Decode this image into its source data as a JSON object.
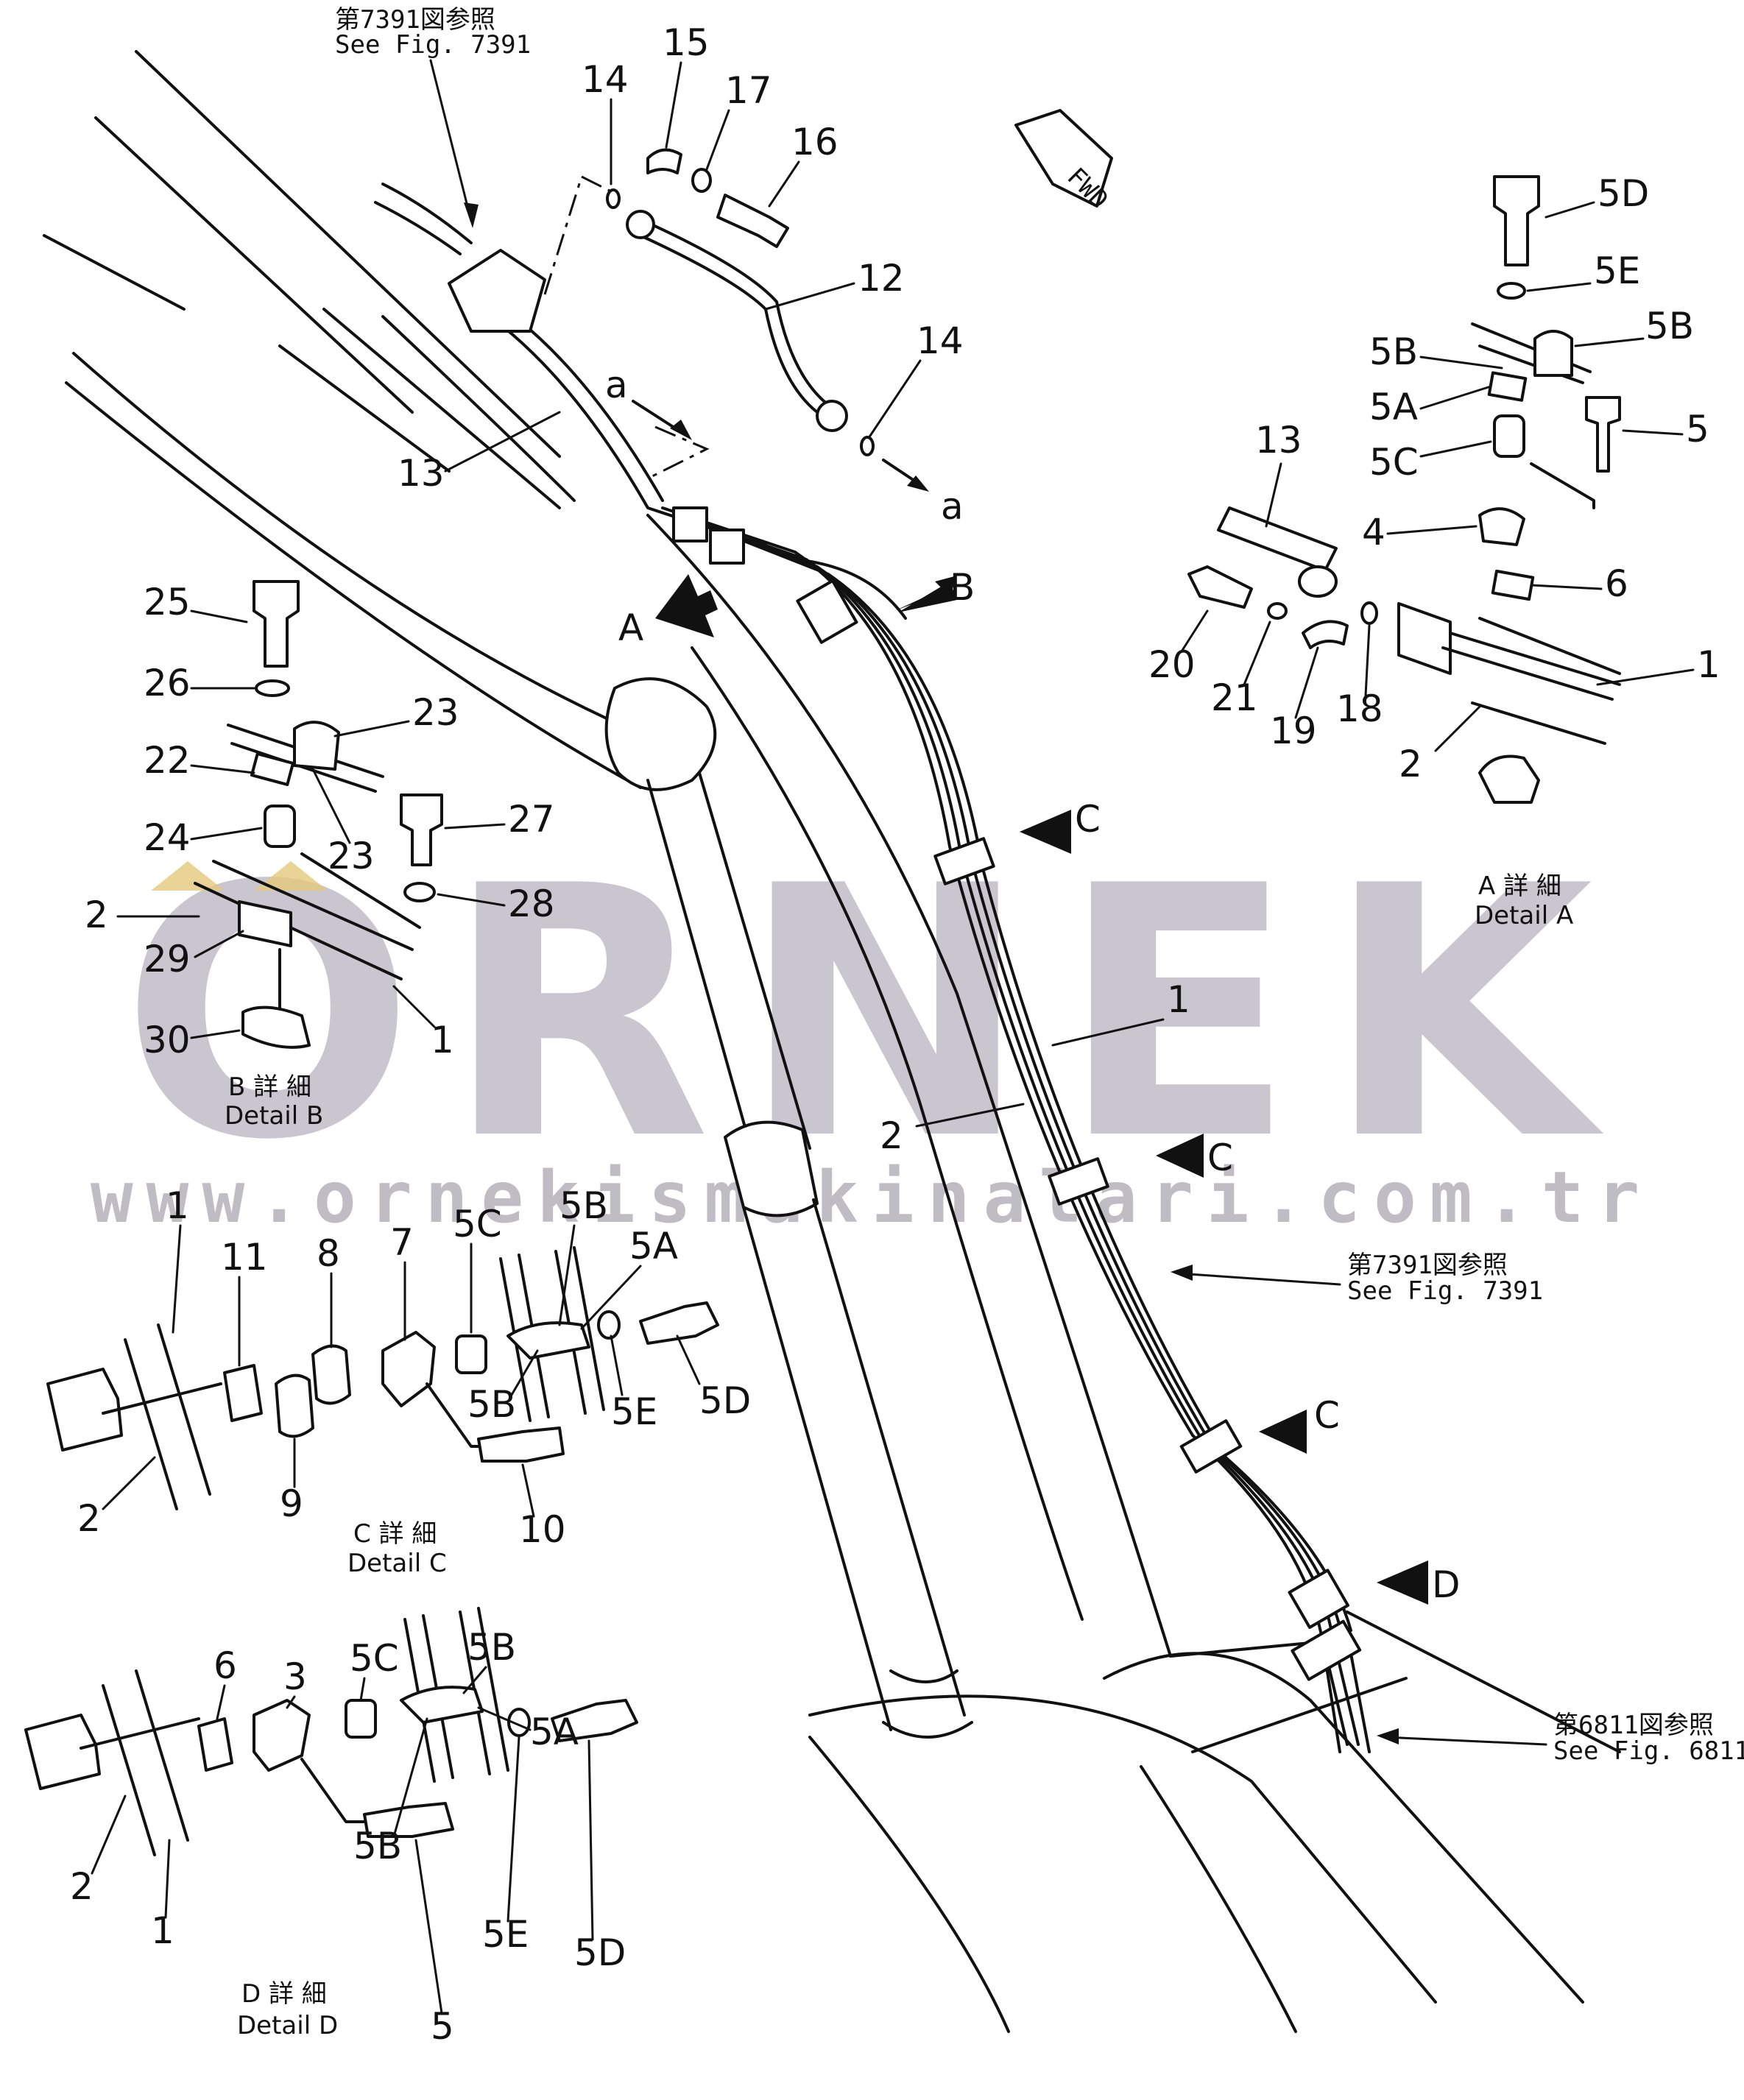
{
  "refs": {
    "fig7391_top_jp": "第7391図参照",
    "fig7391_top_en": "See  Fig. 7391",
    "fig7391_mid_jp": "第7391図参照",
    "fig7391_mid_en": "See  Fig. 7391",
    "fig6811_jp": "第6811図参照",
    "fig6811_en": "See  Fig. 6811"
  },
  "fwd_label": "FWD",
  "details": {
    "a": {
      "jp": "A 詳 細",
      "en": "Detail A"
    },
    "b": {
      "jp": "B 詳 細",
      "en": "Detail B"
    },
    "c": {
      "jp": "C 詳 細",
      "en": "Detail C"
    },
    "d": {
      "jp": "D 詳 細",
      "en": "Detail D"
    }
  },
  "view_markers": {
    "a": "A",
    "b": "B",
    "c": "C",
    "d": "D",
    "a_lower": "a"
  },
  "watermark": {
    "brand": "ORNEK",
    "url": "www.ornekismakinalari.com.tr"
  },
  "callouts": {
    "main": [
      "14",
      "15",
      "17",
      "16",
      "12",
      "14",
      "13",
      "1",
      "2"
    ],
    "detail_a": [
      "5D",
      "5E",
      "5B",
      "5B",
      "5A",
      "5C",
      "5",
      "13",
      "4",
      "6",
      "20",
      "21",
      "19",
      "18",
      "1",
      "2"
    ],
    "detail_b": [
      "25",
      "26",
      "23",
      "22",
      "23",
      "24",
      "27",
      "28",
      "2",
      "29",
      "1",
      "30"
    ],
    "detail_c": [
      "1",
      "11",
      "8",
      "7",
      "5C",
      "5B",
      "5A",
      "5D",
      "5E",
      "5B",
      "2",
      "9",
      "10"
    ],
    "detail_d": [
      "6",
      "3",
      "5C",
      "5B",
      "5A",
      "2",
      "1",
      "5B",
      "5E",
      "5D",
      "5"
    ]
  }
}
